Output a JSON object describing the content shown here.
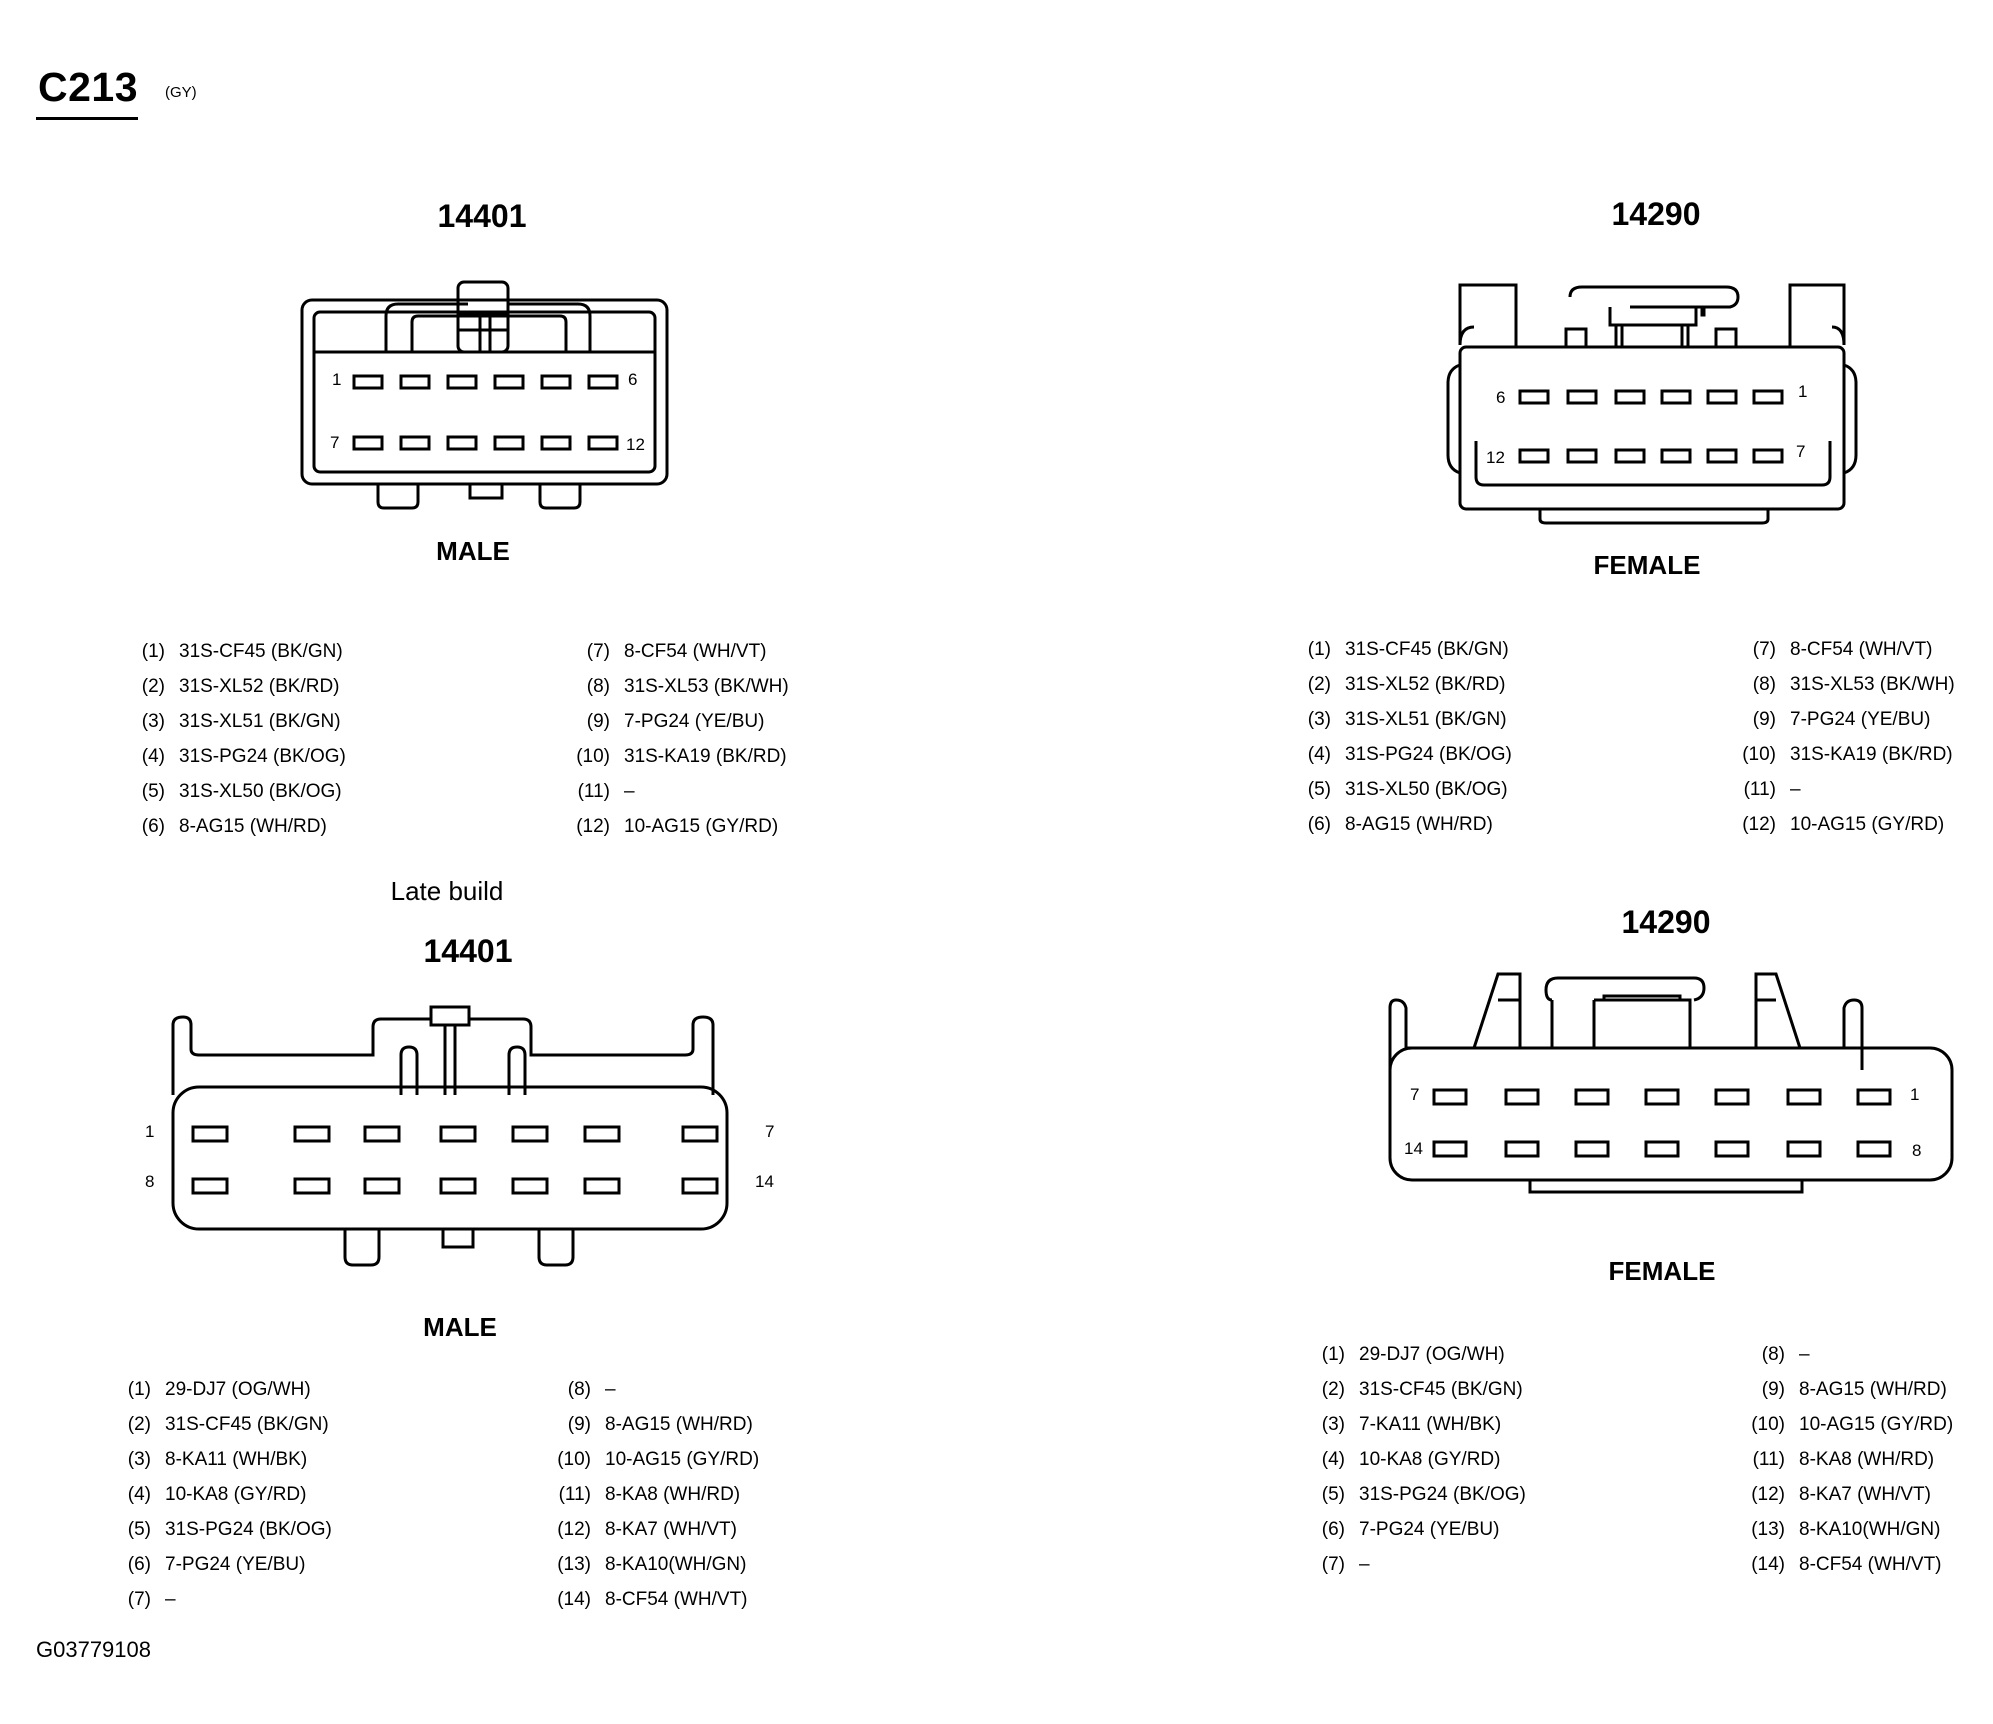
{
  "header": {
    "connector_id": "C213",
    "color_code": "(GY)"
  },
  "connectors": [
    {
      "part_number": "14401",
      "gender": "MALE",
      "pin_labels": [
        "1",
        "6",
        "7",
        "12"
      ],
      "pins_left": [
        {
          "pin": "(1)",
          "circuit": "31S-CF45 (BK/GN)"
        },
        {
          "pin": "(2)",
          "circuit": "31S-XL52 (BK/RD)"
        },
        {
          "pin": "(3)",
          "circuit": "31S-XL51 (BK/GN)"
        },
        {
          "pin": "(4)",
          "circuit": "31S-PG24 (BK/OG)"
        },
        {
          "pin": "(5)",
          "circuit": "31S-XL50 (BK/OG)"
        },
        {
          "pin": "(6)",
          "circuit": "8-AG15 (WH/RD)"
        }
      ],
      "pins_right": [
        {
          "pin": "(7)",
          "circuit": "8-CF54 (WH/VT)"
        },
        {
          "pin": "(8)",
          "circuit": "31S-XL53 (BK/WH)"
        },
        {
          "pin": "(9)",
          "circuit": "7-PG24 (YE/BU)"
        },
        {
          "pin": "(10)",
          "circuit": "31S-KA19 (BK/RD)"
        },
        {
          "pin": "(11)",
          "circuit": "–"
        },
        {
          "pin": "(12)",
          "circuit": "10-AG15 (GY/RD)"
        }
      ]
    },
    {
      "part_number": "14290",
      "gender": "FEMALE",
      "pin_labels": [
        "6",
        "1",
        "12",
        "7"
      ],
      "pins_left": [
        {
          "pin": "(1)",
          "circuit": "31S-CF45 (BK/GN)"
        },
        {
          "pin": "(2)",
          "circuit": "31S-XL52 (BK/RD)"
        },
        {
          "pin": "(3)",
          "circuit": "31S-XL51 (BK/GN)"
        },
        {
          "pin": "(4)",
          "circuit": "31S-PG24 (BK/OG)"
        },
        {
          "pin": "(5)",
          "circuit": "31S-XL50 (BK/OG)"
        },
        {
          "pin": "(6)",
          "circuit": "8-AG15 (WH/RD)"
        }
      ],
      "pins_right": [
        {
          "pin": "(7)",
          "circuit": "8-CF54 (WH/VT)"
        },
        {
          "pin": "(8)",
          "circuit": "31S-XL53 (BK/WH)"
        },
        {
          "pin": "(9)",
          "circuit": "7-PG24 (YE/BU)"
        },
        {
          "pin": "(10)",
          "circuit": "31S-KA19 (BK/RD)"
        },
        {
          "pin": "(11)",
          "circuit": "–"
        },
        {
          "pin": "(12)",
          "circuit": "10-AG15 (GY/RD)"
        }
      ]
    },
    {
      "build_label": "Late build",
      "part_number": "14401",
      "gender": "MALE",
      "pin_labels": [
        "1",
        "7",
        "8",
        "14"
      ],
      "pins_left": [
        {
          "pin": "(1)",
          "circuit": "29-DJ7 (OG/WH)"
        },
        {
          "pin": "(2)",
          "circuit": "31S-CF45 (BK/GN)"
        },
        {
          "pin": "(3)",
          "circuit": "8-KA11 (WH/BK)"
        },
        {
          "pin": "(4)",
          "circuit": "10-KA8 (GY/RD)"
        },
        {
          "pin": "(5)",
          "circuit": "31S-PG24 (BK/OG)"
        },
        {
          "pin": "(6)",
          "circuit": "7-PG24 (YE/BU)"
        },
        {
          "pin": "(7)",
          "circuit": "–"
        }
      ],
      "pins_right": [
        {
          "pin": "(8)",
          "circuit": "–"
        },
        {
          "pin": "(9)",
          "circuit": "8-AG15 (WH/RD)"
        },
        {
          "pin": "(10)",
          "circuit": "10-AG15 (GY/RD)"
        },
        {
          "pin": "(11)",
          "circuit": "8-KA8 (WH/RD)"
        },
        {
          "pin": "(12)",
          "circuit": "8-KA7 (WH/VT)"
        },
        {
          "pin": "(13)",
          "circuit": "8-KA10(WH/GN)"
        },
        {
          "pin": "(14)",
          "circuit": "8-CF54 (WH/VT)"
        }
      ]
    },
    {
      "part_number": "14290",
      "gender": "FEMALE",
      "pin_labels": [
        "7",
        "1",
        "14",
        "8"
      ],
      "pins_left": [
        {
          "pin": "(1)",
          "circuit": "29-DJ7 (OG/WH)"
        },
        {
          "pin": "(2)",
          "circuit": "31S-CF45 (BK/GN)"
        },
        {
          "pin": "(3)",
          "circuit": "7-KA11 (WH/BK)"
        },
        {
          "pin": "(4)",
          "circuit": "10-KA8 (GY/RD)"
        },
        {
          "pin": "(5)",
          "circuit": "31S-PG24 (BK/OG)"
        },
        {
          "pin": "(6)",
          "circuit": "7-PG24 (YE/BU)"
        },
        {
          "pin": "(7)",
          "circuit": "–"
        }
      ],
      "pins_right": [
        {
          "pin": "(8)",
          "circuit": "–"
        },
        {
          "pin": "(9)",
          "circuit": "8-AG15 (WH/RD)"
        },
        {
          "pin": "(10)",
          "circuit": "10-AG15 (GY/RD)"
        },
        {
          "pin": "(11)",
          "circuit": "8-KA8 (WH/RD)"
        },
        {
          "pin": "(12)",
          "circuit": "8-KA7 (WH/VT)"
        },
        {
          "pin": "(13)",
          "circuit": "8-KA10(WH/GN)"
        },
        {
          "pin": "(14)",
          "circuit": "8-CF54 (WH/VT)"
        }
      ]
    }
  ],
  "footer": {
    "figure_id": "G03779108"
  }
}
